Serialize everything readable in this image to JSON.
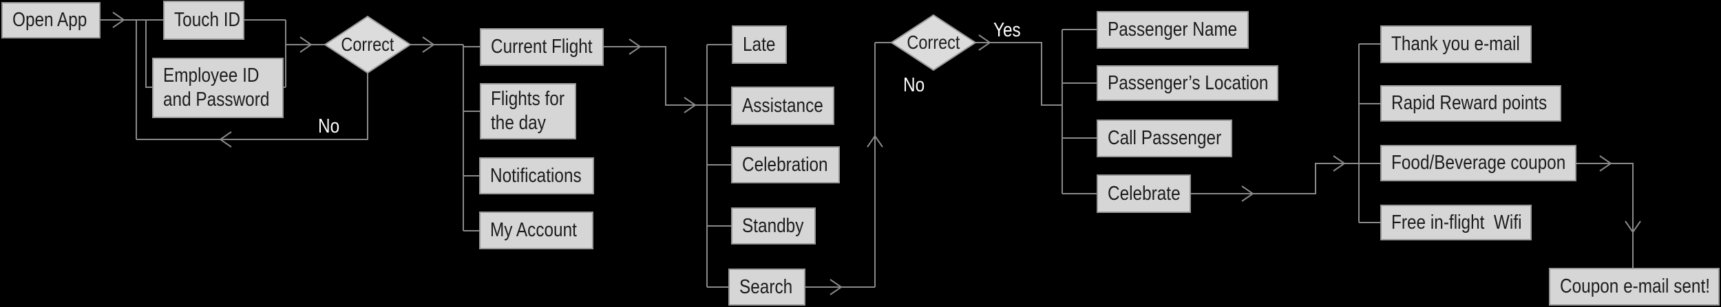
{
  "nodes": {
    "open_app": "Open App",
    "touch_id": "Touch ID",
    "employee_id": "Employee ID\nand Password",
    "current_flight": "Current Flight",
    "flights_for_the_day": "Flights for\nthe day",
    "notifications": "Notifications",
    "my_account": "My Account",
    "late": "Late",
    "assistance": "Assistance",
    "celebration": "Celebration",
    "standby": "Standby",
    "search": "Search",
    "passenger_name": "Passenger Name",
    "passenger_location": "Passenger’s Location",
    "call_passenger": "Call Passenger",
    "celebrate": "Celebrate",
    "thank_you_email": "Thank you e-mail",
    "rapid_reward_points": "Rapid Reward points",
    "food_beverage_coupon": "Food/Beverage coupon",
    "free_inflight_wifi": "Free in-flight  Wifi",
    "coupon_email_sent": "Coupon e-mail sent!"
  },
  "decisions": {
    "auth_correct": "Correct",
    "passenger_correct": "Correct"
  },
  "edge_labels": {
    "auth_no": "No",
    "passenger_yes": "Yes",
    "passenger_no": "No"
  },
  "colors": {
    "background": "#000000",
    "node_fill": "#d6d6d6",
    "node_border": "#999999",
    "diamond_fill": "#dcdcdc",
    "connector": "#8a8a8a",
    "node_text": "#1c1c1c",
    "edge_label_text": "#ffffff"
  },
  "edges": [
    {
      "from": "open_app",
      "to": "touch_id"
    },
    {
      "from": "open_app",
      "to": "employee_id"
    },
    {
      "from": "touch_id",
      "to": "auth_correct"
    },
    {
      "from": "employee_id",
      "to": "auth_correct"
    },
    {
      "from": "auth_correct",
      "to": "touch_id / employee_id",
      "label": "No"
    },
    {
      "from": "auth_correct",
      "to": "current_flight"
    },
    {
      "from": "auth_correct",
      "to": "flights_for_the_day"
    },
    {
      "from": "auth_correct",
      "to": "notifications"
    },
    {
      "from": "auth_correct",
      "to": "my_account"
    },
    {
      "from": "current_flight",
      "to": "late"
    },
    {
      "from": "current_flight",
      "to": "assistance"
    },
    {
      "from": "current_flight",
      "to": "celebration"
    },
    {
      "from": "current_flight",
      "to": "standby"
    },
    {
      "from": "current_flight",
      "to": "search"
    },
    {
      "from": "search",
      "to": "passenger_correct"
    },
    {
      "from": "passenger_correct",
      "to": "search",
      "label": "No"
    },
    {
      "from": "passenger_correct",
      "to": "passenger_name",
      "label": "Yes"
    },
    {
      "from": "passenger_correct",
      "to": "passenger_location",
      "label": "Yes"
    },
    {
      "from": "passenger_correct",
      "to": "call_passenger",
      "label": "Yes"
    },
    {
      "from": "passenger_correct",
      "to": "celebrate",
      "label": "Yes"
    },
    {
      "from": "celebrate",
      "to": "thank_you_email"
    },
    {
      "from": "celebrate",
      "to": "rapid_reward_points"
    },
    {
      "from": "celebrate",
      "to": "food_beverage_coupon"
    },
    {
      "from": "celebrate",
      "to": "free_inflight_wifi"
    },
    {
      "from": "food_beverage_coupon",
      "to": "coupon_email_sent"
    }
  ]
}
